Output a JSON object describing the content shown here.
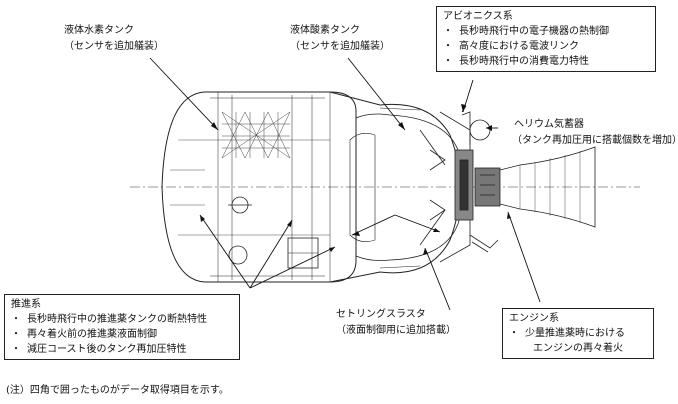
{
  "labels": {
    "lh2_tank": "液体水素タンク",
    "lh2_tank_note": "（センサを追加艤装）",
    "lox_tank": "液体酸素タンク",
    "lox_tank_note": "（センサを追加艤装）",
    "helium": "ヘリウム気蓄器",
    "helium_note": "（タンク再加圧用に搭載個数を増加）",
    "settling": "セトリングスラスタ",
    "settling_note": "（液面制御用に追加搭載）"
  },
  "boxes": {
    "avionics": {
      "title": "アビオニクス系",
      "items": [
        "長秒時飛行中の電子機器の熱制御",
        "高々度における電波リンク",
        "長秒時飛行中の消費電力特性"
      ]
    },
    "propulsion": {
      "title": "推進系",
      "items": [
        "長秒時飛行中の推進薬タンクの断熱特性",
        "再々着火前の推進薬液面制御",
        "減圧コースト後のタンク再加圧特性"
      ]
    },
    "engine": {
      "title": "エンジン系",
      "items": [
        "少量推進薬時における",
        "エンジンの再々着火"
      ]
    }
  },
  "footnote": "(注）四角で囲ったものがデータ取得項目を示す。"
}
